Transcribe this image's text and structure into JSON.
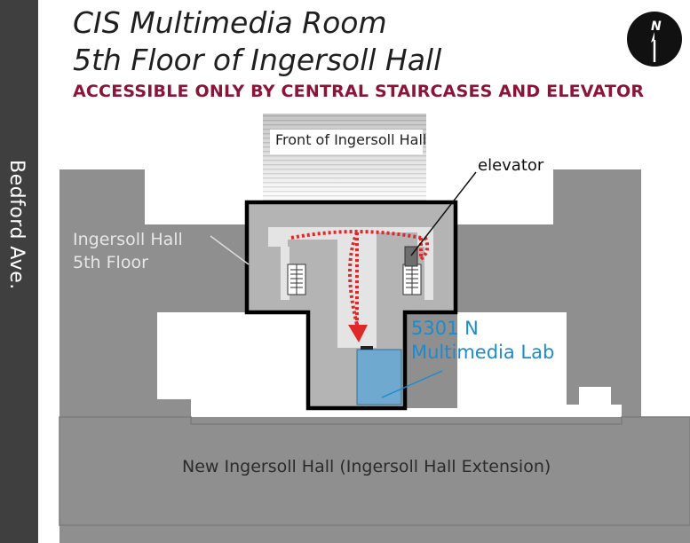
{
  "title_line1": "CIS Multimedia Room",
  "title_line2": "5th Floor of Ingersoll Hall",
  "subtitle": "ACCESSIBLE ONLY BY CENTRAL STAIRCASES AND ELEVATOR",
  "compass_letter": "N",
  "street": "Bedford Ave.",
  "labels": {
    "front": "Front of Ingersoll Hall",
    "elevator": "elevator",
    "ingersoll_line1": "Ingersoll Hall",
    "ingersoll_line2": "5th Floor",
    "lab_line1": "5301 N",
    "lab_line2": "Multimedia Lab",
    "new_hall": "New Ingersoll Hall   (Ingersoll Hall Extension)"
  },
  "colors": {
    "building": "#8f8f90",
    "core": "#b4b4b5",
    "corridor": "#e4e4e4",
    "lab": "#6fa9cf",
    "route": "#e02828",
    "street": "#3f3f40",
    "subtitle": "#8a1538"
  }
}
